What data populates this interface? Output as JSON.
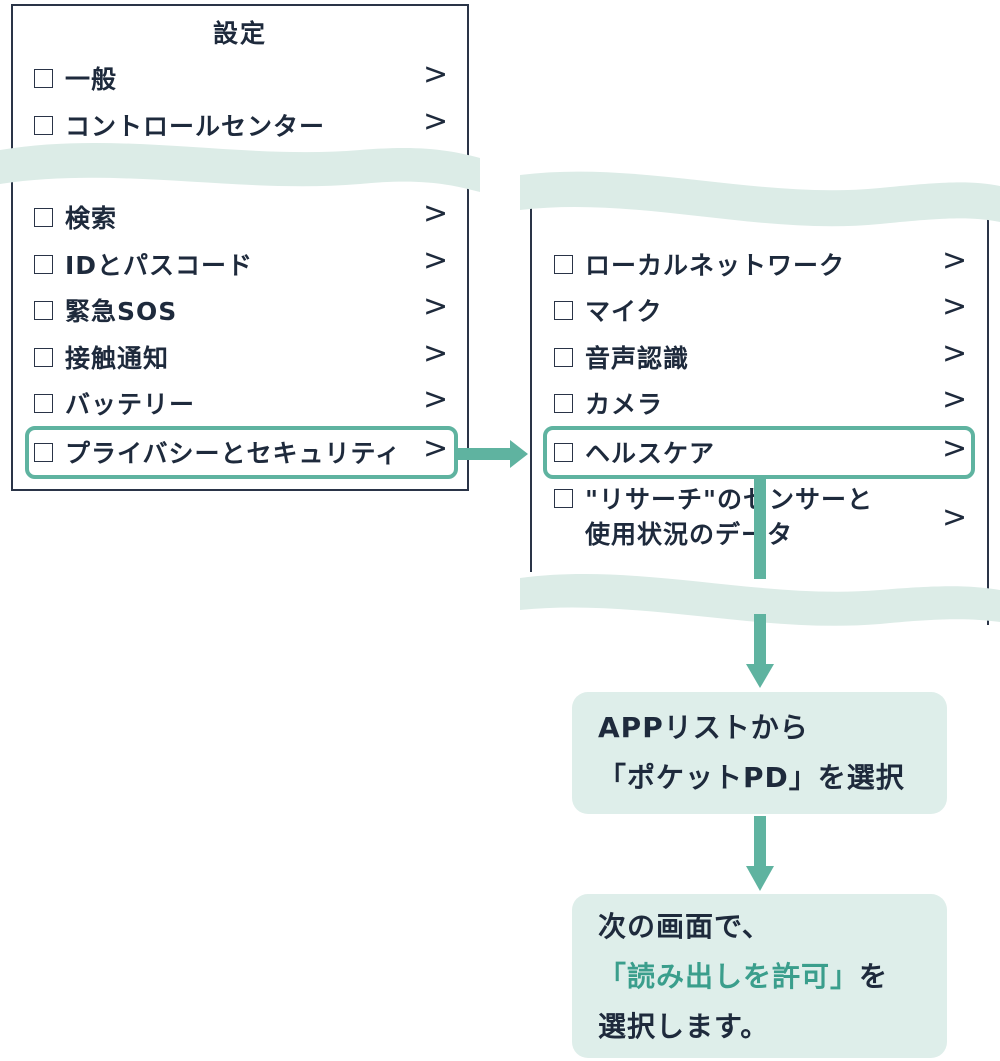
{
  "left_panel": {
    "title": "設定",
    "top_items": [
      {
        "label": "一般",
        "chevron": ">"
      },
      {
        "label": "コントロールセンター",
        "chevron": ">"
      }
    ],
    "bottom_items": [
      {
        "label": "検索",
        "chevron": ">"
      },
      {
        "label": "IDとパスコード",
        "chevron": ">"
      },
      {
        "label": "緊急SOS",
        "chevron": ">"
      },
      {
        "label": "接触通知",
        "chevron": ">"
      },
      {
        "label": "バッテリー",
        "chevron": ">"
      },
      {
        "label": "プライバシーとセキュリティ",
        "chevron": ">"
      }
    ]
  },
  "right_panel": {
    "items": [
      {
        "label": "ローカルネットワーク",
        "chevron": ">"
      },
      {
        "label": "マイク",
        "chevron": ">"
      },
      {
        "label": "音声認識",
        "chevron": ">"
      },
      {
        "label": "カメラ",
        "chevron": ">"
      },
      {
        "label": "ヘルスケア",
        "chevron": ">"
      },
      {
        "label_line1": "\"リサーチ\"のセンサーと",
        "label_line2": "使用状況のデータ",
        "chevron": ">"
      }
    ]
  },
  "step1": {
    "line1": "APPリストから",
    "line2": "「ポケットPD」を選択"
  },
  "step2": {
    "line1": "次の画面で、",
    "line2_highlight": "「読み出しを許可」",
    "line2_rest": "を",
    "line3": "選択します。"
  },
  "colors": {
    "accent": "#5fb3a0",
    "box_bg": "#deeeea",
    "band": "#dcece7",
    "text": "#1e2a3c"
  }
}
